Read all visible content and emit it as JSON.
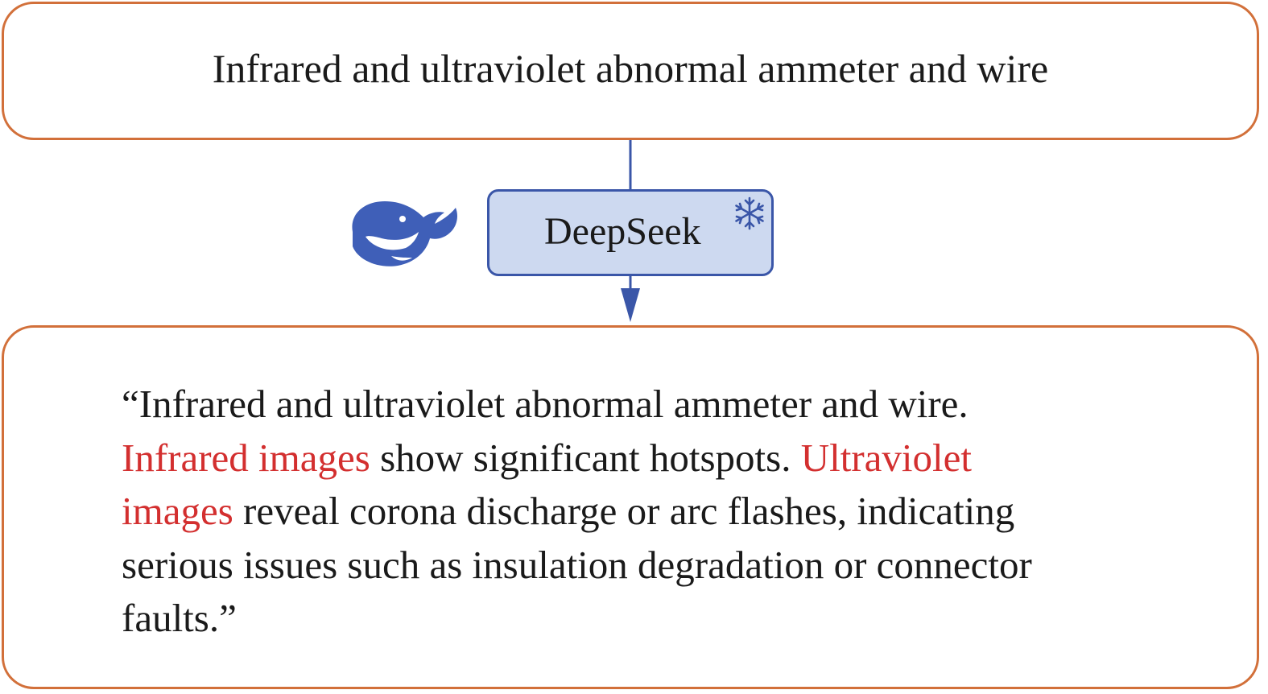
{
  "input": {
    "text": "Infrared and ultraviolet abnormal ammeter and wire"
  },
  "model": {
    "label": "DeepSeek",
    "logo_icon": "deepseek-whale-icon",
    "frozen_icon": "snowflake-icon"
  },
  "output": {
    "line1": "“Infrared and ultraviolet abnormal ammeter and wire.",
    "line2_hl1": "Infrared images",
    "line2_mid": " show significant hotspots. ",
    "line2_hl2": "Ultraviolet",
    "line3_hl": "images",
    "line3_rest": " reveal corona discharge or arc flashes, indicating",
    "line4": "serious issues such as insulation degradation or connector",
    "line5": "faults.”"
  },
  "colors": {
    "box_border": "#d2703a",
    "model_fill": "#cdd9f0",
    "model_border": "#3a56a8",
    "arrow": "#3a56a8",
    "highlight": "#d32f2f"
  }
}
